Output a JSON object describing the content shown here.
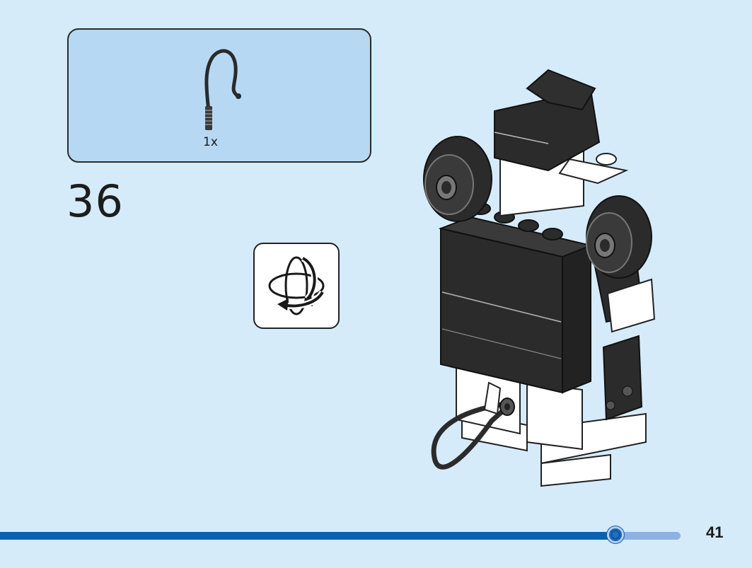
{
  "parts_callout": {
    "part_icon": "flex-hose-with-connector-icon",
    "quantity": "1x"
  },
  "step": {
    "number": "36"
  },
  "rotate_icon": {
    "icon": "rotate-model-icon"
  },
  "model": {
    "icon": "robot-model-build-render"
  },
  "progress": {
    "fraction": 0.905
  },
  "page": {
    "number": "41"
  },
  "colors": {
    "page_background": "#d5ebfa",
    "callout_background": "#b6d8f3",
    "progress_fill": "#0f5fb1",
    "progress_track": "#8eb1e3"
  }
}
